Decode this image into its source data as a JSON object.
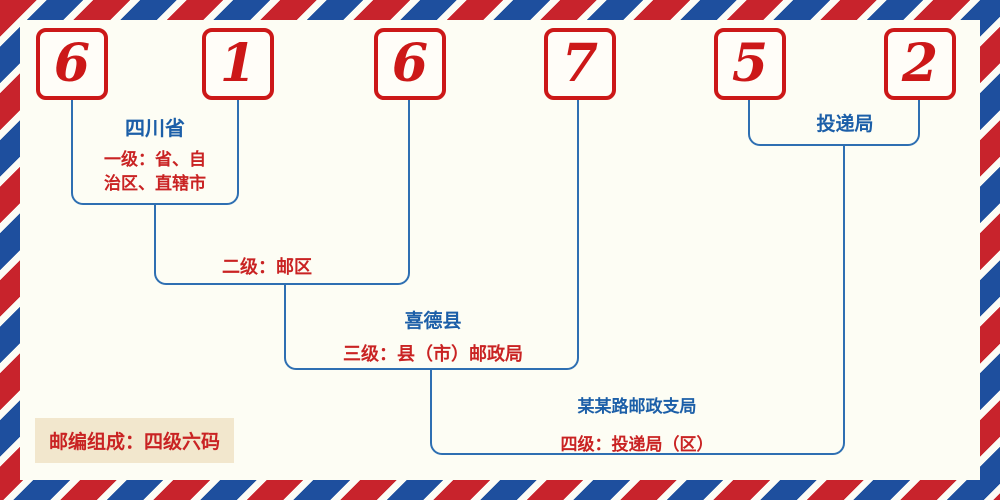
{
  "diagram": {
    "digits": [
      "6",
      "1",
      "6",
      "7",
      "5",
      "2"
    ],
    "levels": {
      "level1": {
        "name": "四川省",
        "desc_line1": "一级：省、自",
        "desc_line2": "治区、直辖市"
      },
      "level2": {
        "desc": "二级：邮区"
      },
      "level3": {
        "name": "喜德县",
        "desc": "三级：县（市）邮政局"
      },
      "level4": {
        "name": "某某路邮政支局",
        "desc": "四级：投递局（区）"
      },
      "delivery": {
        "name": "投递局"
      }
    },
    "footer_note": "邮编组成：四级六码"
  },
  "colors": {
    "digit_red": "#cc1818",
    "text_blue": "#1c5fa8",
    "text_red": "#c92323",
    "line_blue": "#2e6fb2",
    "note_background": "#f2e7cd",
    "stripe_red": "#c8232c",
    "stripe_blue": "#1e4f9e",
    "canvas_background": "#fdfdf4"
  }
}
